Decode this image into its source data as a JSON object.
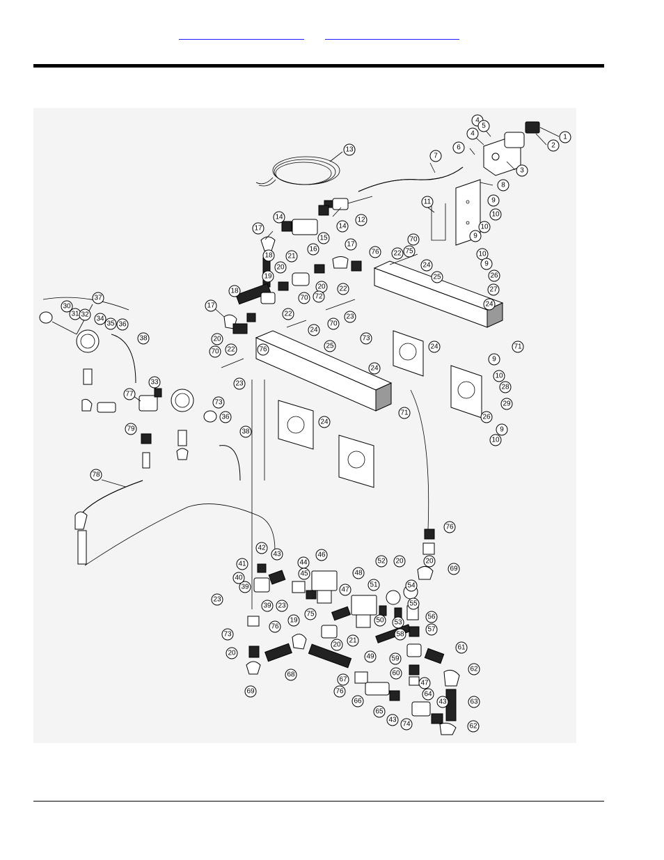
{
  "header": {
    "link_left": "",
    "link_right": ""
  },
  "callouts": [
    {
      "label": "1"
    },
    {
      "label": "2"
    },
    {
      "label": "3"
    },
    {
      "label": "4"
    },
    {
      "label": "4"
    },
    {
      "label": "5"
    },
    {
      "label": "6"
    },
    {
      "label": "7"
    },
    {
      "label": "8"
    },
    {
      "label": "9"
    },
    {
      "label": "10"
    },
    {
      "label": "10"
    },
    {
      "label": "9"
    },
    {
      "label": "11"
    },
    {
      "label": "12"
    },
    {
      "label": "13"
    },
    {
      "label": "14"
    },
    {
      "label": "14"
    },
    {
      "label": "15"
    },
    {
      "label": "16"
    },
    {
      "label": "17"
    },
    {
      "label": "17"
    },
    {
      "label": "17"
    },
    {
      "label": "18"
    },
    {
      "label": "18"
    },
    {
      "label": "19"
    },
    {
      "label": "20"
    },
    {
      "label": "20"
    },
    {
      "label": "20"
    },
    {
      "label": "21"
    },
    {
      "label": "22"
    },
    {
      "label": "22"
    },
    {
      "label": "22"
    },
    {
      "label": "22"
    },
    {
      "label": "23"
    },
    {
      "label": "23"
    },
    {
      "label": "24"
    },
    {
      "label": "24"
    },
    {
      "label": "24"
    },
    {
      "label": "24"
    },
    {
      "label": "24"
    },
    {
      "label": "24"
    },
    {
      "label": "25"
    },
    {
      "label": "25"
    },
    {
      "label": "26"
    },
    {
      "label": "26"
    },
    {
      "label": "27"
    },
    {
      "label": "28"
    },
    {
      "label": "29"
    },
    {
      "label": "9"
    },
    {
      "label": "9"
    },
    {
      "label": "10"
    },
    {
      "label": "10"
    },
    {
      "label": "10"
    },
    {
      "label": "9"
    },
    {
      "label": "30"
    },
    {
      "label": "31"
    },
    {
      "label": "32"
    },
    {
      "label": "33"
    },
    {
      "label": "34"
    },
    {
      "label": "35"
    },
    {
      "label": "36"
    },
    {
      "label": "36"
    },
    {
      "label": "37"
    },
    {
      "label": "38"
    },
    {
      "label": "38"
    },
    {
      "label": "39"
    },
    {
      "label": "39"
    },
    {
      "label": "40"
    },
    {
      "label": "41"
    },
    {
      "label": "42"
    },
    {
      "label": "43"
    },
    {
      "label": "43"
    },
    {
      "label": "43"
    },
    {
      "label": "44"
    },
    {
      "label": "45"
    },
    {
      "label": "46"
    },
    {
      "label": "47"
    },
    {
      "label": "47"
    },
    {
      "label": "48"
    },
    {
      "label": "49"
    },
    {
      "label": "50"
    },
    {
      "label": "51"
    },
    {
      "label": "52"
    },
    {
      "label": "53"
    },
    {
      "label": "54"
    },
    {
      "label": "55"
    },
    {
      "label": "56"
    },
    {
      "label": "57"
    },
    {
      "label": "58"
    },
    {
      "label": "59"
    },
    {
      "label": "60"
    },
    {
      "label": "61"
    },
    {
      "label": "62"
    },
    {
      "label": "62"
    },
    {
      "label": "63"
    },
    {
      "label": "64"
    },
    {
      "label": "65"
    },
    {
      "label": "66"
    },
    {
      "label": "67"
    },
    {
      "label": "68"
    },
    {
      "label": "69"
    },
    {
      "label": "69"
    },
    {
      "label": "70"
    },
    {
      "label": "70"
    },
    {
      "label": "70"
    },
    {
      "label": "70"
    },
    {
      "label": "71"
    },
    {
      "label": "71"
    },
    {
      "label": "72"
    },
    {
      "label": "73"
    },
    {
      "label": "73"
    },
    {
      "label": "73"
    },
    {
      "label": "74"
    },
    {
      "label": "75"
    },
    {
      "label": "75"
    },
    {
      "label": "76"
    },
    {
      "label": "76"
    },
    {
      "label": "76"
    },
    {
      "label": "76"
    },
    {
      "label": "76"
    },
    {
      "label": "77"
    },
    {
      "label": "78"
    },
    {
      "label": "79"
    },
    {
      "label": "20"
    },
    {
      "label": "20"
    },
    {
      "label": "20"
    },
    {
      "label": "19"
    },
    {
      "label": "21"
    },
    {
      "label": "23"
    },
    {
      "label": "23"
    },
    {
      "label": "20"
    }
  ]
}
